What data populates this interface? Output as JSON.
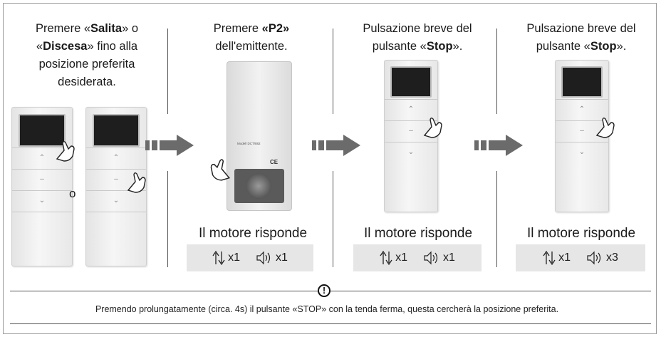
{
  "steps": [
    {
      "parts": [
        "Premere «",
        "Salita",
        "» o ",
        "«",
        "Discesa",
        "» fino alla posizione preferita desiderata."
      ],
      "alternative": "o"
    },
    {
      "parts": [
        "Premere ",
        "«P2»",
        " dell'emittente."
      ]
    },
    {
      "parts": [
        "Pulsazione breve del pulsante «",
        "Stop",
        "»."
      ]
    },
    {
      "parts": [
        "Pulsazione breve del pulsante «",
        "Stop",
        "»."
      ]
    }
  ],
  "responses": [
    {
      "label": "Il motore risponde",
      "motion": "x1",
      "sound": "x1"
    },
    {
      "label": "Il motore risponde",
      "motion": "x1",
      "sound": "x1"
    },
    {
      "label": "Il motore risponde",
      "motion": "x1",
      "sound": "x3"
    }
  ],
  "remote_label": "Modell DCT/882",
  "note": "Premendo prolungatamente (circa. 4s) il pulsante «STOP» con la tenda ferma, questa cercherà la posizione preferita.",
  "colors": {
    "arrow": "#6b6b6b",
    "response_bg": "#e6e6e6",
    "screen": "#1e1e1e"
  }
}
